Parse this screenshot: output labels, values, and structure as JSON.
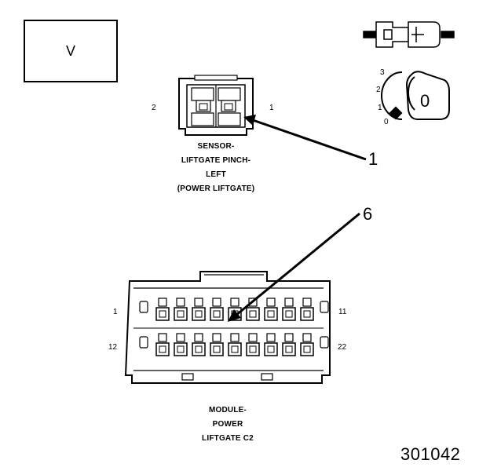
{
  "view_box": {
    "label": "V"
  },
  "sensor_connector": {
    "pin_left": "2",
    "pin_right": "1",
    "title_lines": [
      "SENSOR-",
      "LIFTGATE PINCH-",
      "LEFT",
      "(POWER LIFTGATE)"
    ]
  },
  "module_connector": {
    "pin_top_left": "1",
    "pin_top_right": "11",
    "pin_bottom_left": "12",
    "pin_bottom_right": "22",
    "title_lines": [
      "MODULE-",
      "POWER",
      "LIFTGATE C2"
    ]
  },
  "callouts": {
    "sensor": "1",
    "module": "6"
  },
  "key_symbol": {
    "positions": [
      "3",
      "2",
      "1",
      "0"
    ],
    "key_label": "0"
  },
  "figure_number": "301042"
}
